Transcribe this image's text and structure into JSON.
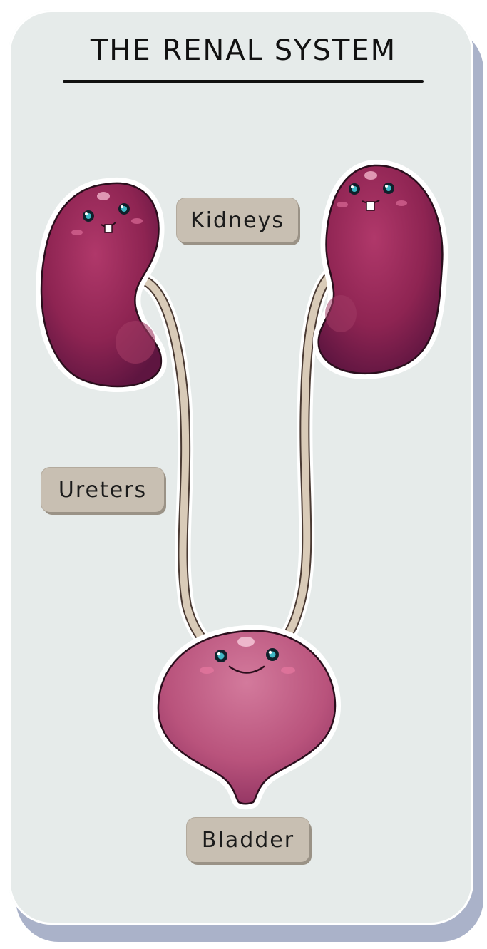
{
  "title": "THE RENAL SYSTEM",
  "labels": {
    "kidneys": "Kidneys",
    "ureters": "Ureters",
    "bladder": "Bladder"
  },
  "colors": {
    "background": "#e6ebea",
    "kidney": "#8e2452",
    "bladder": "#b9537c",
    "ureter": "#d9cbb8",
    "label_box": "#c8bfb2"
  }
}
